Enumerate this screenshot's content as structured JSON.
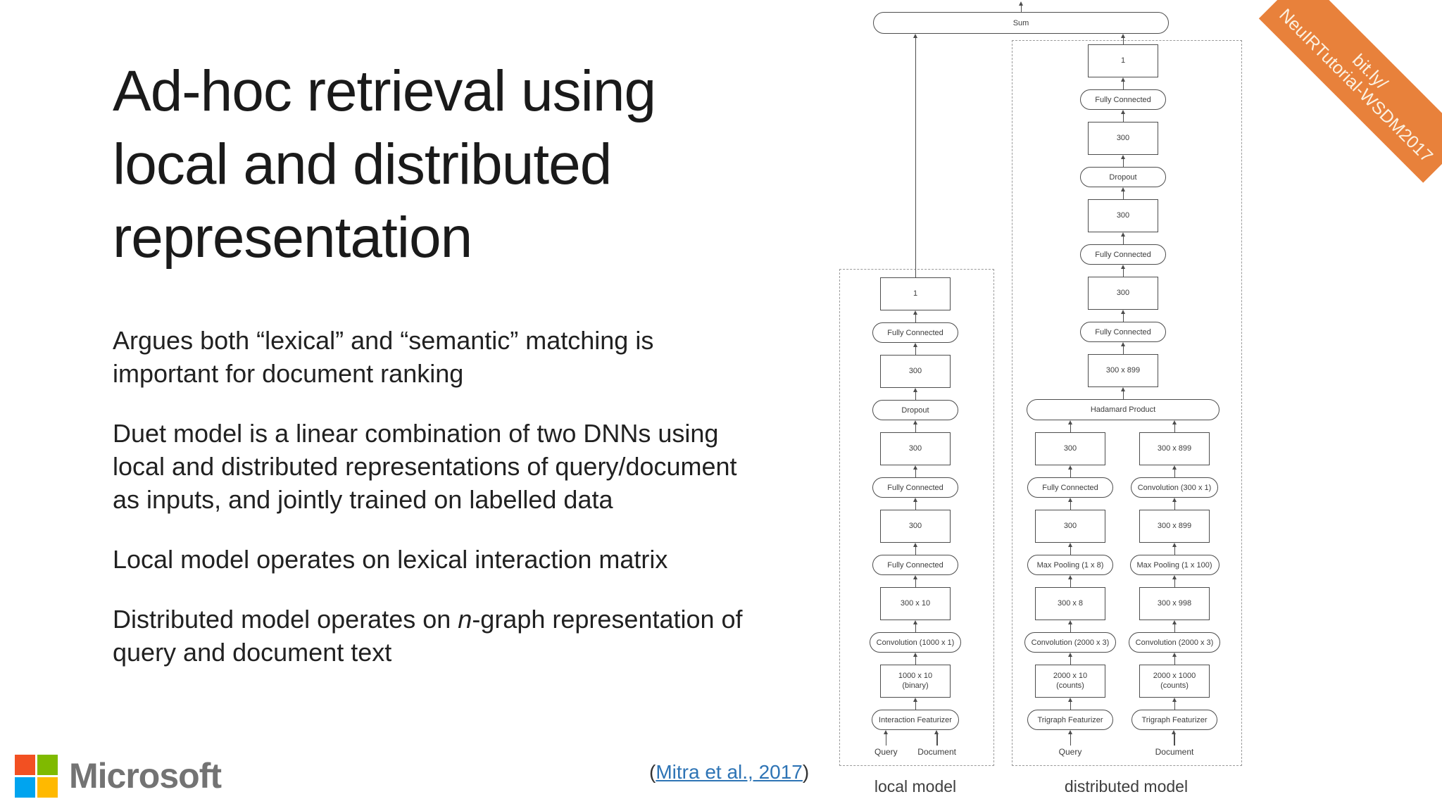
{
  "slide": {
    "title_lines": [
      "Ad-hoc retrieval using",
      "local and distributed",
      "representation"
    ],
    "paragraphs": {
      "p1": {
        "line1": "Argues both “lexical” and “semantic” matching is",
        "line2": "important for document ranking"
      },
      "p2": {
        "line1": "Duet model is a linear combination of two DNNs using",
        "line2": "local and distributed representations of query/document",
        "line3": "as inputs, and jointly trained on labelled data"
      },
      "p3": {
        "line1": "Local model operates on lexical interaction matrix"
      },
      "p4": {
        "line1_pre": "Distributed model operates on ",
        "line1_italic": "n",
        "line1_post": "-graph representation of",
        "line2": "query and document text"
      }
    },
    "citation": {
      "open": "(",
      "link": "Mitra et al., 2017",
      "close": ")"
    },
    "ribbon": {
      "line1": "bit.ly/",
      "line2": "NeuIRTutorial-WSDM2017",
      "color": "#E8813B"
    },
    "logo": {
      "wordmark": "Microsoft",
      "square_colors": {
        "red": "#F25022",
        "green": "#7FBA00",
        "blue": "#00A4EF",
        "yellow": "#FFB900"
      },
      "wordmark_color": "#737373"
    }
  },
  "colors": {
    "link_blue": "#2E74B5",
    "diagram_stroke": "#4d4d4d",
    "ribbon_orange": "#E8813B"
  },
  "diagram": {
    "sum_label": "Sum",
    "hadamard_label": "Hadamard Product",
    "local": {
      "caption": "local model",
      "inputs": [
        "Query",
        "Document"
      ],
      "nodes": [
        {
          "type": "box",
          "label": "1"
        },
        {
          "type": "pill",
          "label": "Fully Connected"
        },
        {
          "type": "box",
          "label": "300"
        },
        {
          "type": "pill",
          "label": "Dropout"
        },
        {
          "type": "box",
          "label": "300"
        },
        {
          "type": "pill",
          "label": "Fully Connected"
        },
        {
          "type": "box",
          "label": "300"
        },
        {
          "type": "pill",
          "label": "Fully Connected"
        },
        {
          "type": "box",
          "label": "300 x 10"
        },
        {
          "type": "pill",
          "label": "Convolution (1000 x 1)"
        },
        {
          "type": "box",
          "label": "1000 x 10\n(binary)"
        },
        {
          "type": "pill",
          "label": "Interaction Featurizer"
        }
      ]
    },
    "dist_main": {
      "nodes": [
        {
          "type": "box",
          "label": "1"
        },
        {
          "type": "pill",
          "label": "Fully Connected"
        },
        {
          "type": "box",
          "label": "300"
        },
        {
          "type": "pill",
          "label": "Dropout"
        },
        {
          "type": "box",
          "label": "300"
        },
        {
          "type": "pill",
          "label": "Fully Connected"
        },
        {
          "type": "box",
          "label": "300"
        },
        {
          "type": "pill",
          "label": "Fully Connected"
        },
        {
          "type": "box",
          "label": "300 x 899"
        }
      ]
    },
    "dist_left": {
      "inputs": [
        "Query"
      ],
      "nodes": [
        {
          "type": "box",
          "label": "300"
        },
        {
          "type": "pill",
          "label": "Fully Connected"
        },
        {
          "type": "box",
          "label": "300"
        },
        {
          "type": "pill",
          "label": "Max Pooling (1 x 8)"
        },
        {
          "type": "box",
          "label": "300 x 8"
        },
        {
          "type": "pill",
          "label": "Convolution (2000 x 3)"
        },
        {
          "type": "box",
          "label": "2000 x 10\n(counts)"
        },
        {
          "type": "pill",
          "label": "Trigraph Featurizer"
        }
      ]
    },
    "dist_right": {
      "inputs": [
        "Document"
      ],
      "nodes": [
        {
          "type": "box",
          "label": "300 x 899"
        },
        {
          "type": "pill",
          "label": "Convolution (300 x 1)"
        },
        {
          "type": "box",
          "label": "300 x 899"
        },
        {
          "type": "pill",
          "label": "Max Pooling (1 x 100)"
        },
        {
          "type": "box",
          "label": "300 x 998"
        },
        {
          "type": "pill",
          "label": "Convolution (2000 x 3)"
        },
        {
          "type": "box",
          "label": "2000 x 1000\n(counts)"
        },
        {
          "type": "pill",
          "label": "Trigraph Featurizer"
        }
      ]
    },
    "dist_caption": "distributed model"
  }
}
